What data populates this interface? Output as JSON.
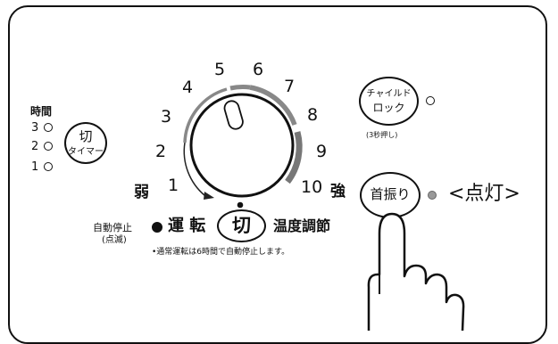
{
  "timer": {
    "label": "時間",
    "levels": [
      "3",
      "2",
      "1"
    ],
    "button_top": "切",
    "button_bottom": "タイマー"
  },
  "dial": {
    "numbers": [
      "1",
      "2",
      "3",
      "4",
      "5",
      "6",
      "7",
      "8",
      "9",
      "10"
    ],
    "weak_label": "弱",
    "strong_label": "強"
  },
  "child_lock": {
    "button_top": "チャイルド",
    "button_bottom": "ロック",
    "note": "(3秒押し)"
  },
  "swing": {
    "button_label": "首振り",
    "status_text": "<点灯>"
  },
  "operation": {
    "auto_stop_label": "自動停止",
    "blink_label": "(点滅)",
    "run_label": "運 転",
    "off_button": "切",
    "temp_label": "温度調節",
    "note": "•通常運転は6時間で自動停止します。"
  }
}
